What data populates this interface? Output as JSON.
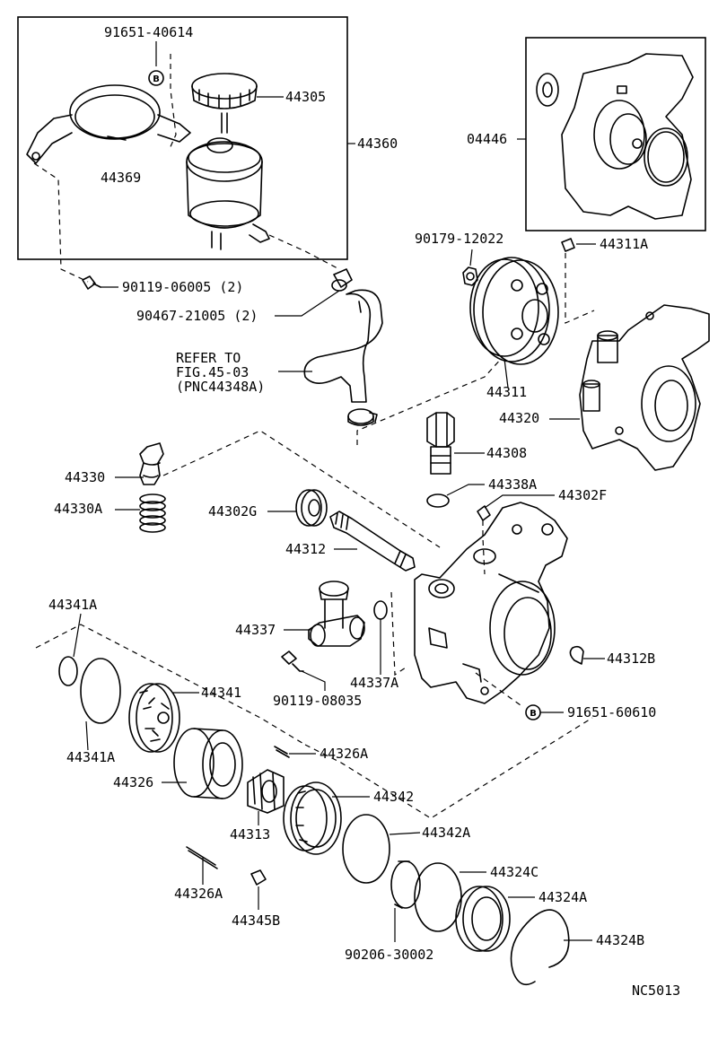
{
  "labels": {
    "p91651_40614": "91651-40614",
    "p44305": "44305",
    "p44360": "44360",
    "p44369": "44369",
    "p04446": "04446",
    "p90179_12022": "90179-12022",
    "p44311A": "44311A",
    "p90119_06005": "90119-06005 (2)",
    "p90467_21005": "90467-21005 (2)",
    "refer_line1": "REFER TO",
    "refer_line2": "FIG.45-03",
    "refer_line3": "(PNC44348A)",
    "p44311": "44311",
    "p44320": "44320",
    "p44308": "44308",
    "p44330": "44330",
    "p44330A": "44330A",
    "p44338A": "44338A",
    "p44302F": "44302F",
    "p44302G": "44302G",
    "p44312": "44312",
    "p44341A_top": "44341A",
    "p44337": "44337",
    "p44337A": "44337A",
    "p44312B": "44312B",
    "p44341": "44341",
    "p90119_08035": "90119-08035",
    "p91651_60610": "91651-60610",
    "p44341A_bottom": "44341A",
    "p44326A_top": "44326A",
    "p44326": "44326",
    "p44342": "44342",
    "p44313": "44313",
    "p44342A": "44342A",
    "p44324C": "44324C",
    "p44326A_bottom": "44326A",
    "p44324A": "44324A",
    "p44345B": "44345B",
    "p90206_30002": "90206-30002",
    "p44324B": "44324B",
    "diagram_code": "NC5013"
  },
  "symbols": {
    "b_mark_top": "B",
    "b_mark_right": "B"
  }
}
